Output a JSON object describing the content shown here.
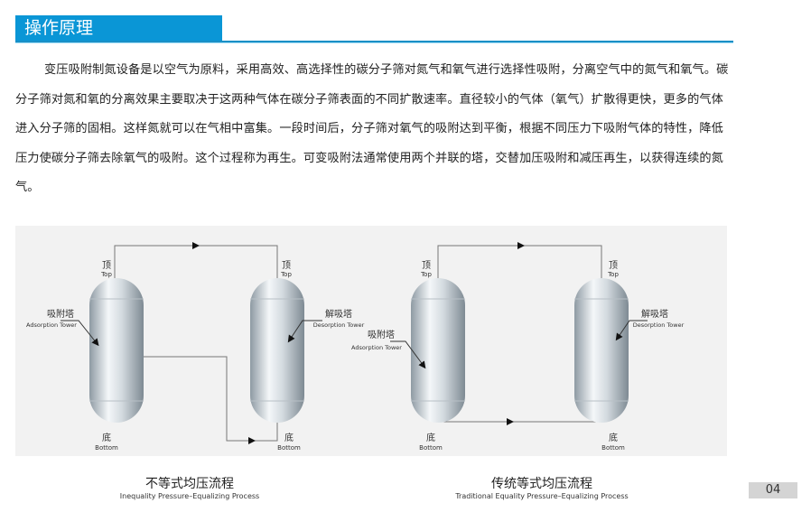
{
  "header": {
    "title": "操作原理"
  },
  "body": {
    "paragraph": "变压吸附制氮设备是以空气为原料，采用高效、高选择性的碳分子筛对氮气和氧气进行选择性吸附，分离空气中的氮气和氧气。碳分子筛对氮和氧的分离效果主要取决于这两种气体在碳分子筛表面的不同扩散速率。直径较小的气体（氧气）扩散得更快，更多的气体进入分子筛的固相。这样氮就可以在气相中富集。一段时间后，分子筛对氧气的吸附达到平衡，根据不同压力下吸附气体的特性，降低压力使碳分子筛去除氧气的吸附。这个过程称为再生。可变吸附法通常使用两个并联的塔，交替加压吸附和减压再生，以获得连续的氮气。"
  },
  "diagram": {
    "labels": {
      "top_cn": "顶",
      "top_en": "Top",
      "bottom_cn": "底",
      "bottom_en": "Bottom",
      "ads_cn": "吸附塔",
      "ads_en": "Adsorption Tower",
      "des_cn": "解吸塔",
      "des_en": "Desorption Tower"
    },
    "left_caption": {
      "cn": "不等式均压流程",
      "en": "Inequality Pressure–Equalizing Process"
    },
    "right_caption": {
      "cn": "传统等式均压流程",
      "en": "Traditional Equality Pressure–Equalizing Process"
    }
  },
  "footer": {
    "page_number": "04"
  }
}
